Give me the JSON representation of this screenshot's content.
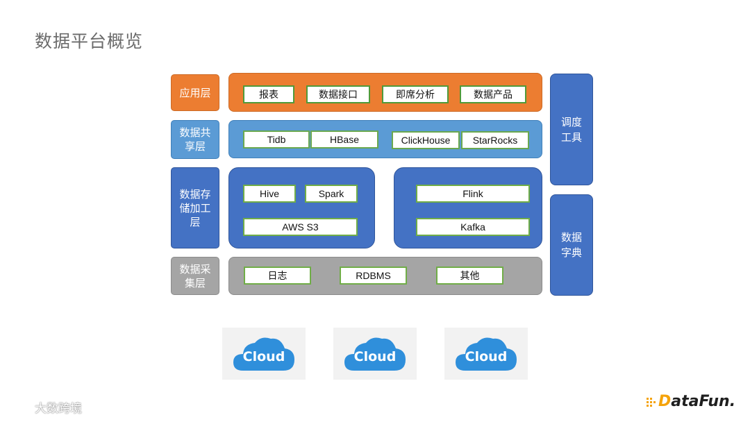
{
  "title": "数据平台概览",
  "layers": {
    "app": {
      "label": "应用层",
      "items": [
        "报表",
        "数据接口",
        "即席分析",
        "数据产品"
      ]
    },
    "share": {
      "label": "数据共享层",
      "items": [
        "Tidb",
        "HBase",
        "ClickHouse",
        "StarRocks"
      ]
    },
    "storage": {
      "label": "数据存储加工层",
      "left_items": [
        "Hive",
        "Spark",
        "AWS S3"
      ],
      "right_items": [
        "Flink",
        "Kafka"
      ]
    },
    "collect": {
      "label": "数据采集层",
      "items": [
        "日志",
        "RDBMS",
        "其他"
      ]
    }
  },
  "side": {
    "schedule": "调度工具",
    "dictionary": "数据字典"
  },
  "clouds": [
    "Cloud",
    "Cloud",
    "Cloud"
  ],
  "watermark": "大数跨境",
  "logo": {
    "first": "D",
    "rest": "ataFun."
  },
  "colors": {
    "orange": "#ec7d31",
    "blue": "#4472c4",
    "light_blue": "#5b9bd5",
    "gray": "#a5a5a5",
    "cloud": "#2f8fdb"
  }
}
